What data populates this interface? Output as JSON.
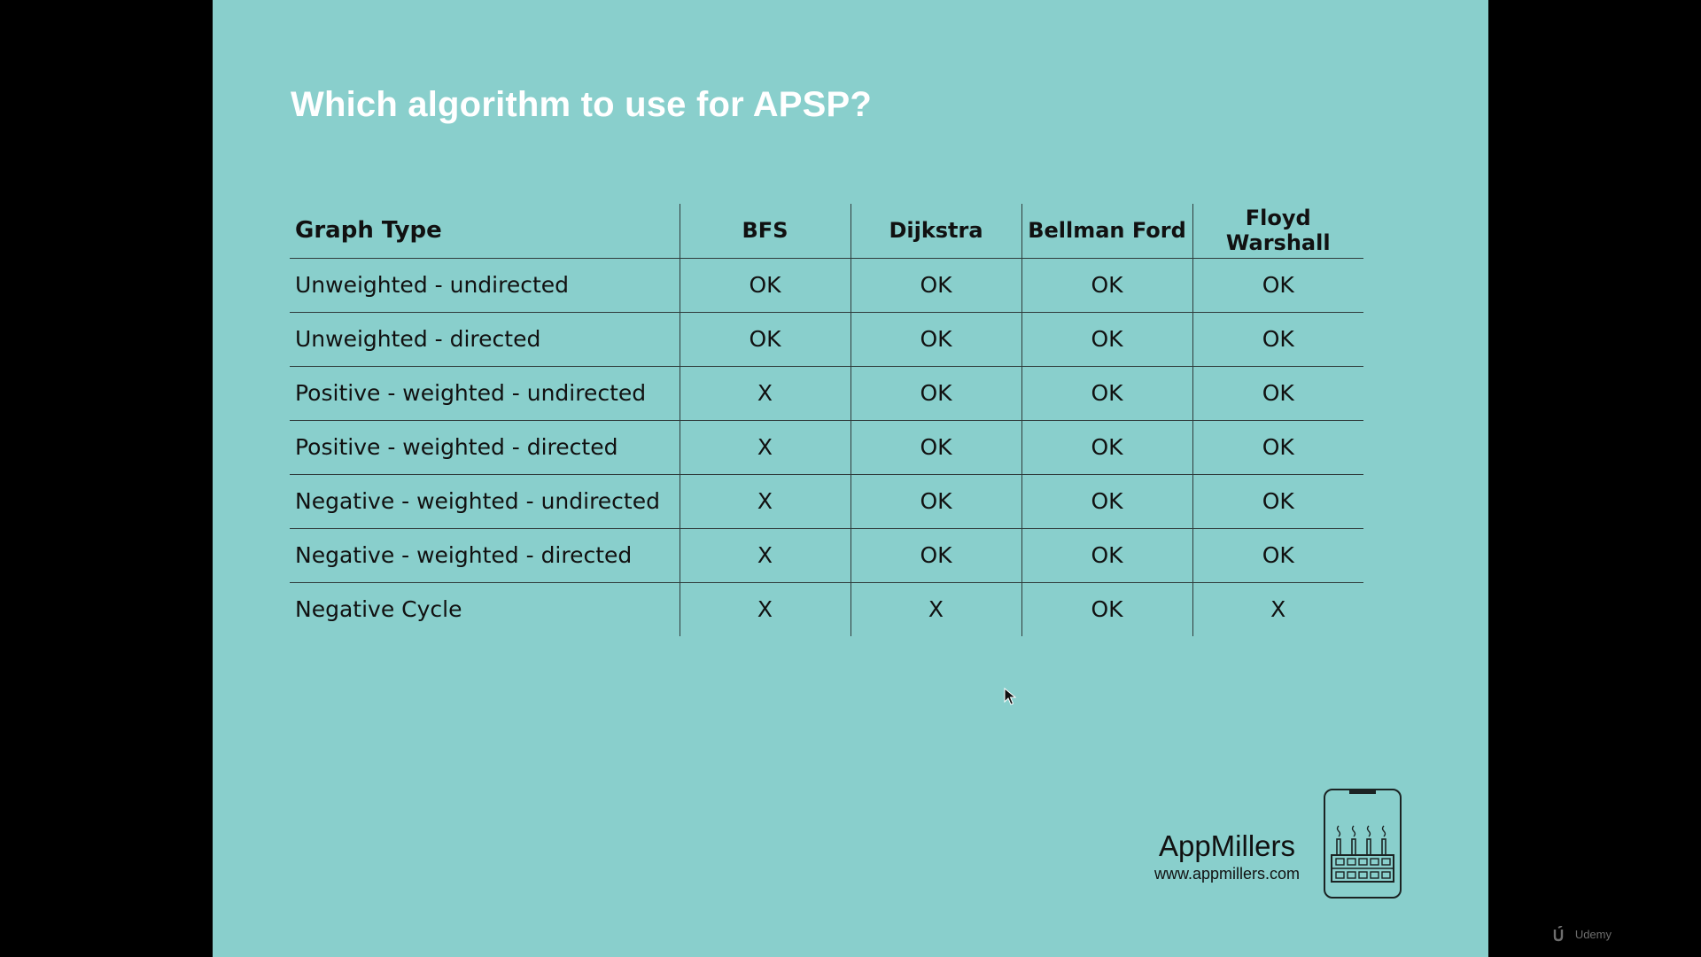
{
  "slide": {
    "title": "Which algorithm to use for APSP?"
  },
  "table": {
    "headers": [
      "Graph Type",
      "BFS",
      "Dijkstra",
      "Bellman Ford",
      "Floyd Warshall"
    ],
    "rows": [
      [
        "Unweighted - undirected",
        "OK",
        "OK",
        "OK",
        "OK"
      ],
      [
        "Unweighted - directed",
        "OK",
        "OK",
        "OK",
        "OK"
      ],
      [
        "Positive - weighted - undirected",
        "X",
        "OK",
        "OK",
        "OK"
      ],
      [
        "Positive - weighted - directed",
        "X",
        "OK",
        "OK",
        "OK"
      ],
      [
        "Negative - weighted - undirected",
        "X",
        "OK",
        "OK",
        "OK"
      ],
      [
        "Negative - weighted - directed",
        "X",
        "OK",
        "OK",
        "OK"
      ],
      [
        "Negative Cycle",
        "X",
        "X",
        "OK",
        "X"
      ]
    ]
  },
  "brand": {
    "name": "AppMillers",
    "url": "www.appmillers.com",
    "icon": "phone-factory-icon"
  },
  "watermark": {
    "text": "Udemy",
    "icon": "udemy-logo-icon"
  },
  "colors": {
    "slide_background": "#89cfcc",
    "page_background": "#000000",
    "title_text": "#ffffff"
  }
}
